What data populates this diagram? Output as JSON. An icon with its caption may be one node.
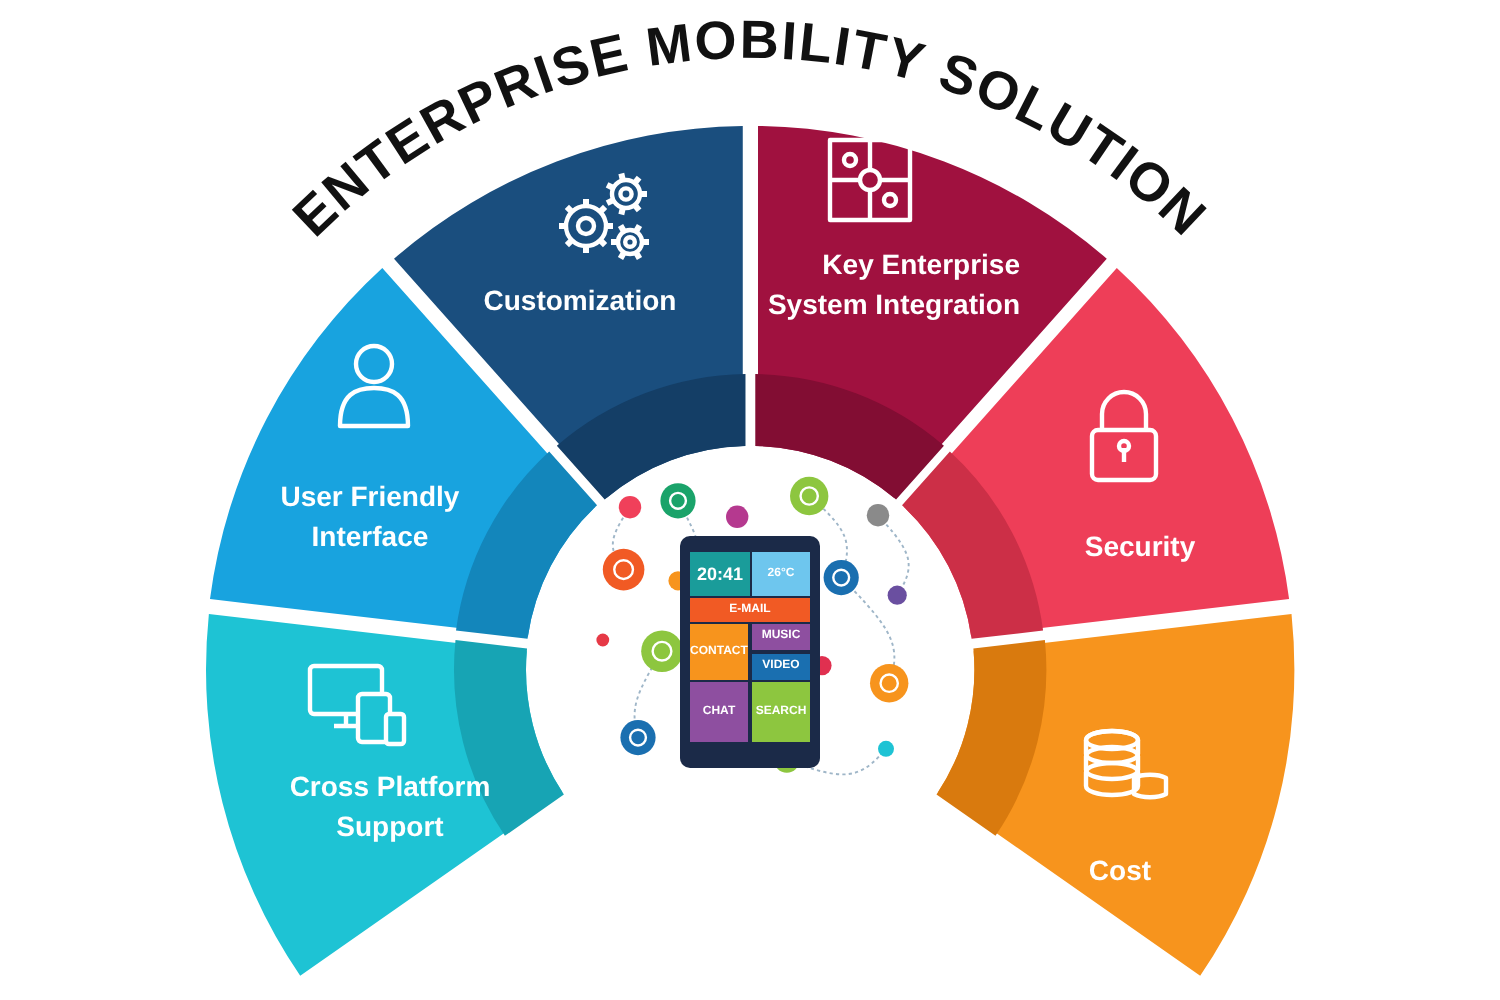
{
  "diagram": {
    "title": "ENTERPRISE MOBILITY SOLUTION",
    "nodes": [
      {
        "text": [
          "Cross Platform Support"
        ]
      },
      {
        "text": [
          "User Friendly Interface"
        ]
      },
      {
        "text": [
          "Customization"
        ]
      },
      {
        "text": [
          "Key Enterprise System Integration"
        ]
      },
      {
        "text": [
          "Security"
        ]
      },
      {
        "text": [
          "Cost"
        ]
      }
    ],
    "labels": [
      "20:41",
      "26°C",
      "E-MAIL",
      "CONTACT",
      "MUSIC",
      "VIDEO",
      "CHAT",
      "SEARCH"
    ]
  }
}
